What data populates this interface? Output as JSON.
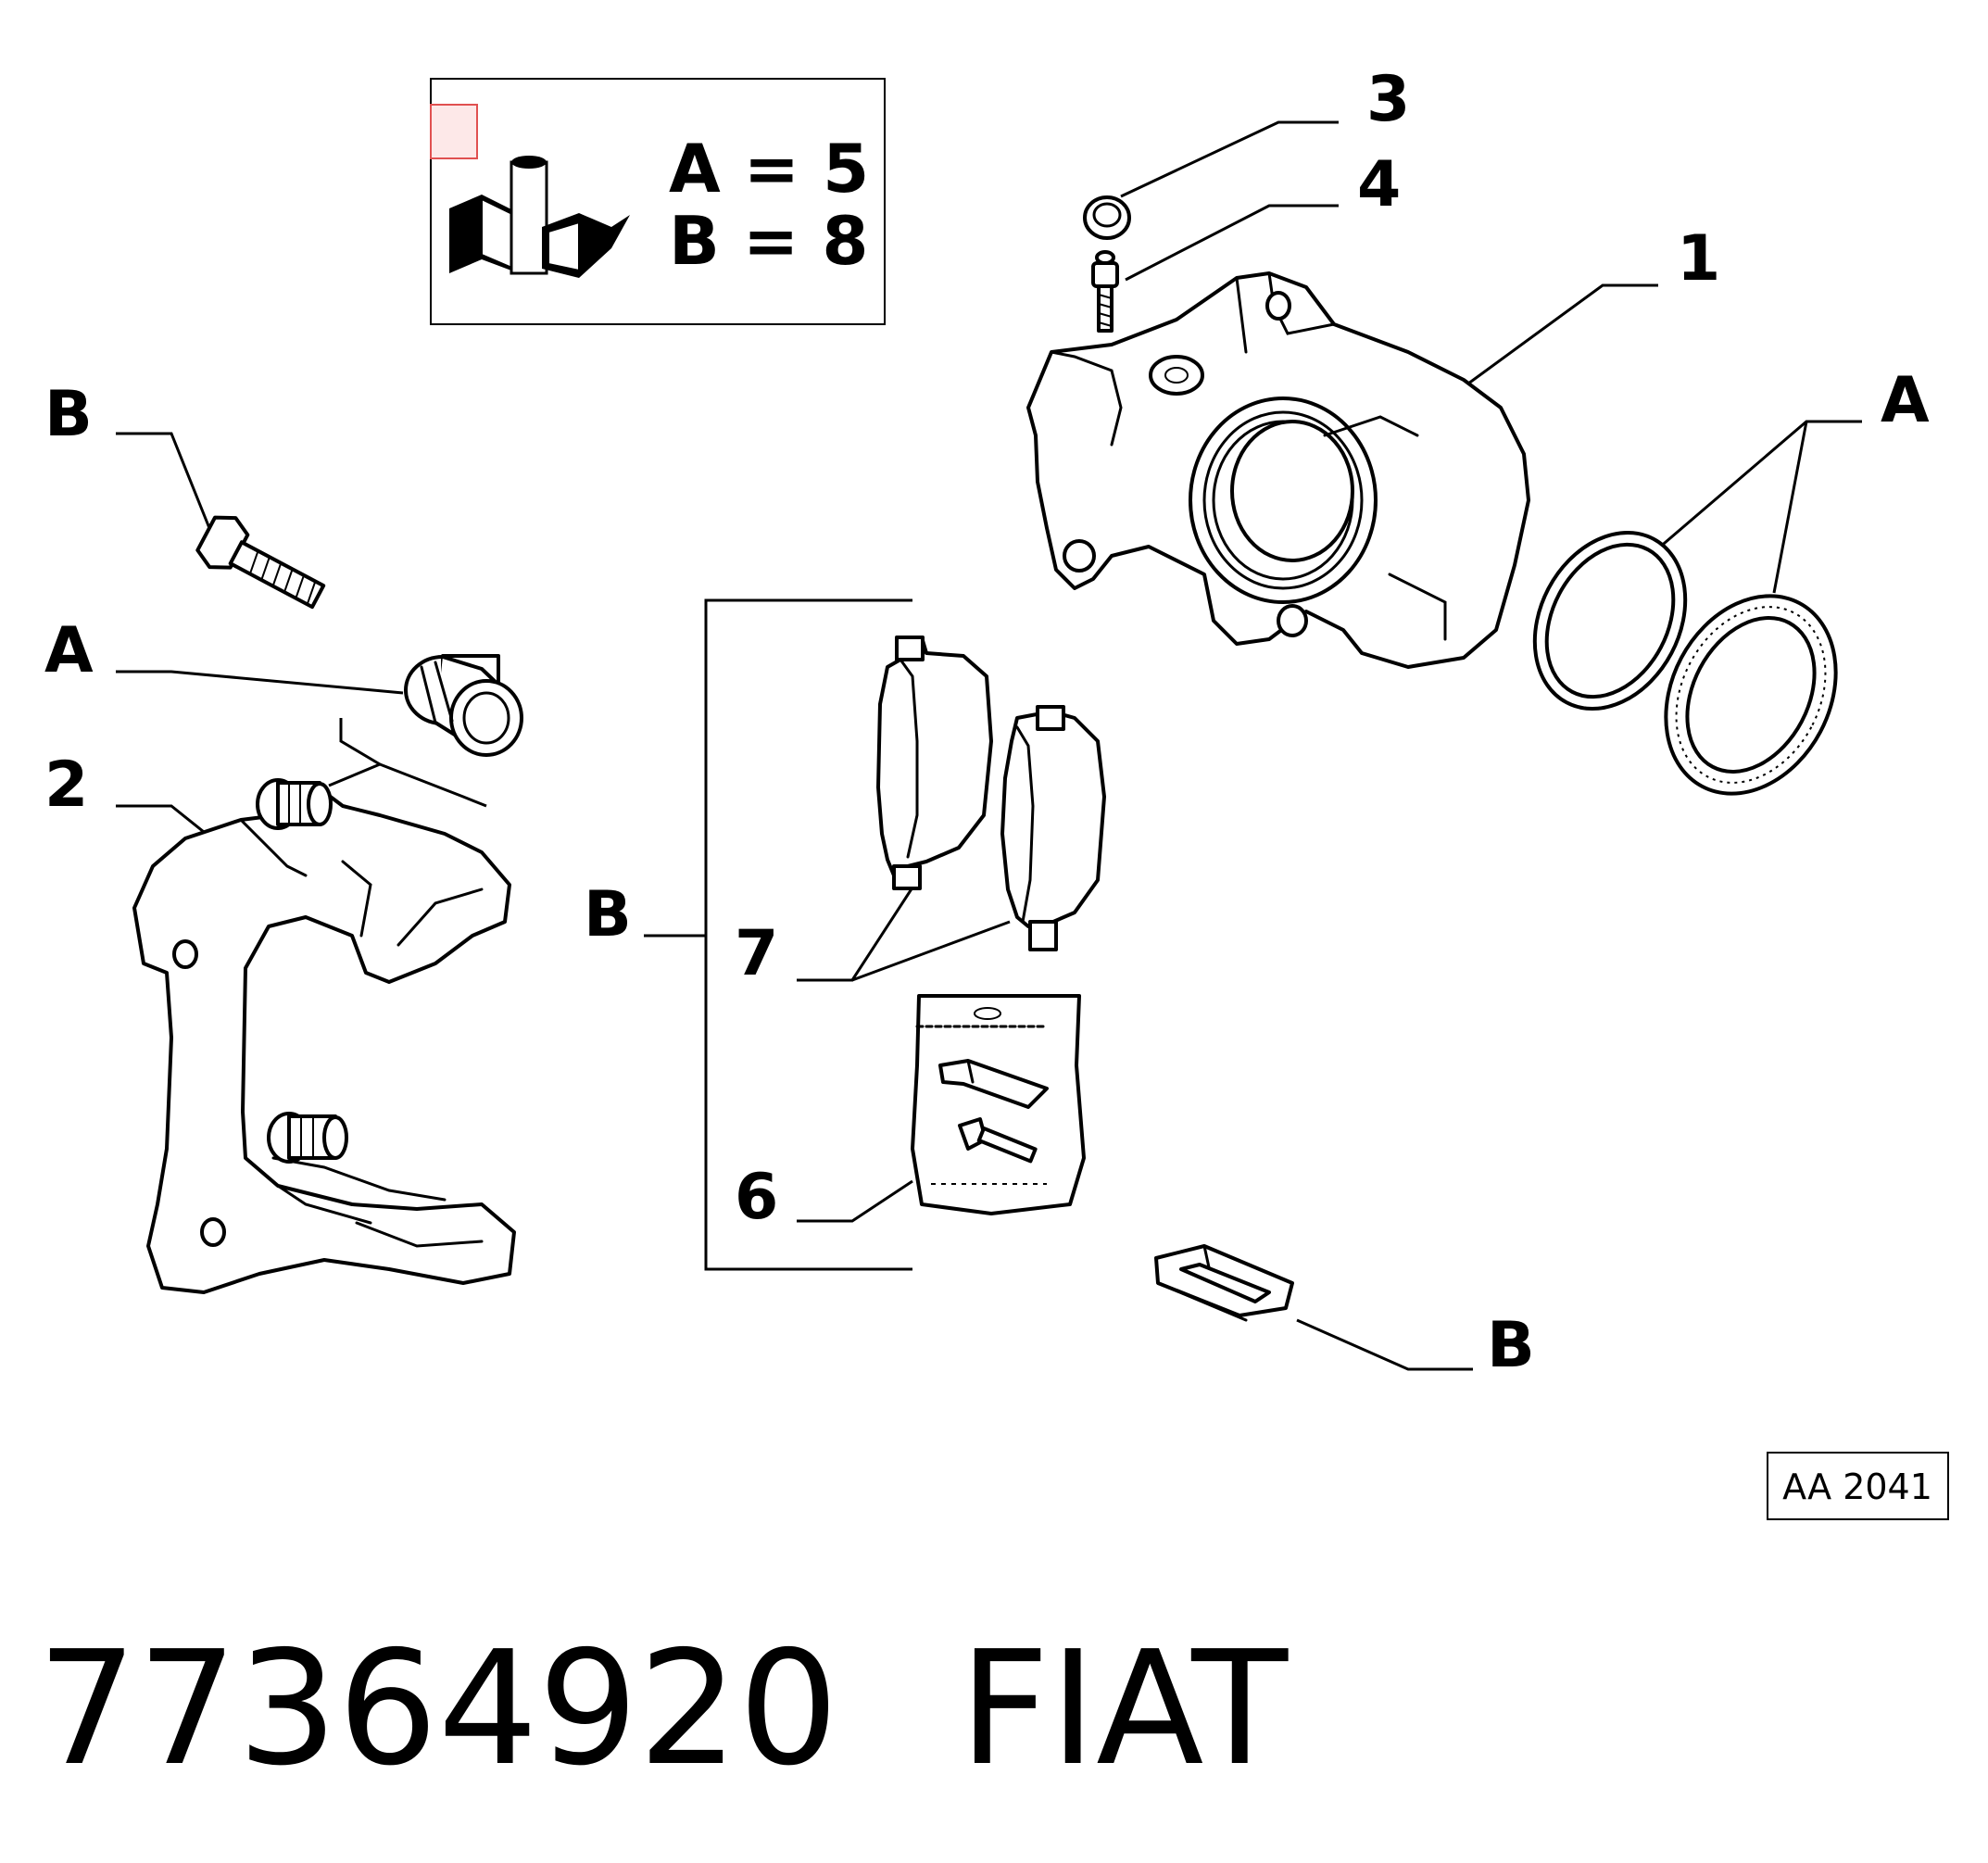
{
  "kit_box": {
    "lines": [
      "A = 5",
      "B = 8"
    ],
    "accent_color": "#ff0000"
  },
  "callouts": {
    "c1": "1",
    "c2": "2",
    "c3": "3",
    "c4": "4",
    "c6": "6",
    "c7": "7",
    "A_right": "A",
    "A_left": "A",
    "B_top_left": "B",
    "B_bracket": "B",
    "B_bottom": "B"
  },
  "reference_code": "AA 2041",
  "footer": {
    "part_number": "77364920",
    "brand": "FIAT"
  }
}
